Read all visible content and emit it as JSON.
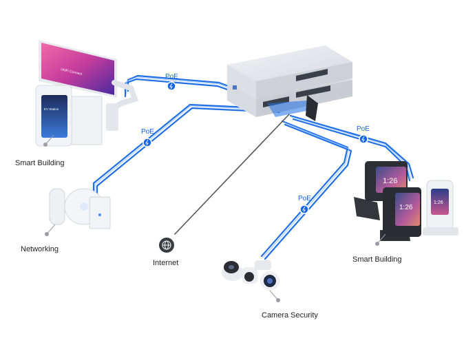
{
  "colors": {
    "cable": "#1f6fe6",
    "cable_light": "#7fb3ff",
    "poe": "#1565e8",
    "internet_cable": "#555555",
    "device_light": "#eceef2",
    "device_dark": "#2a2c31",
    "screen_pink": "#d9479e",
    "screen_purple": "#5a2a9e"
  },
  "poe_badges": [
    "PoE",
    "PoE",
    "PoE",
    "PoE"
  ],
  "labels": {
    "smart_building_left": "Smart Building",
    "networking": "Networking",
    "internet": "Internet",
    "camera_security": "Camera Security",
    "smart_building_right": "Smart Building"
  },
  "device_text": {
    "kiosk_screen": "UniFi Connect",
    "ev_station": "EV Station",
    "phone_time_1": "1:26",
    "phone_time_2": "1:26",
    "intercom_time": "1:26"
  },
  "icons": {
    "label_dot": "dot-marker-icon",
    "internet": "globe-icon",
    "poe_bolt": "lightning-bolt-icon"
  }
}
